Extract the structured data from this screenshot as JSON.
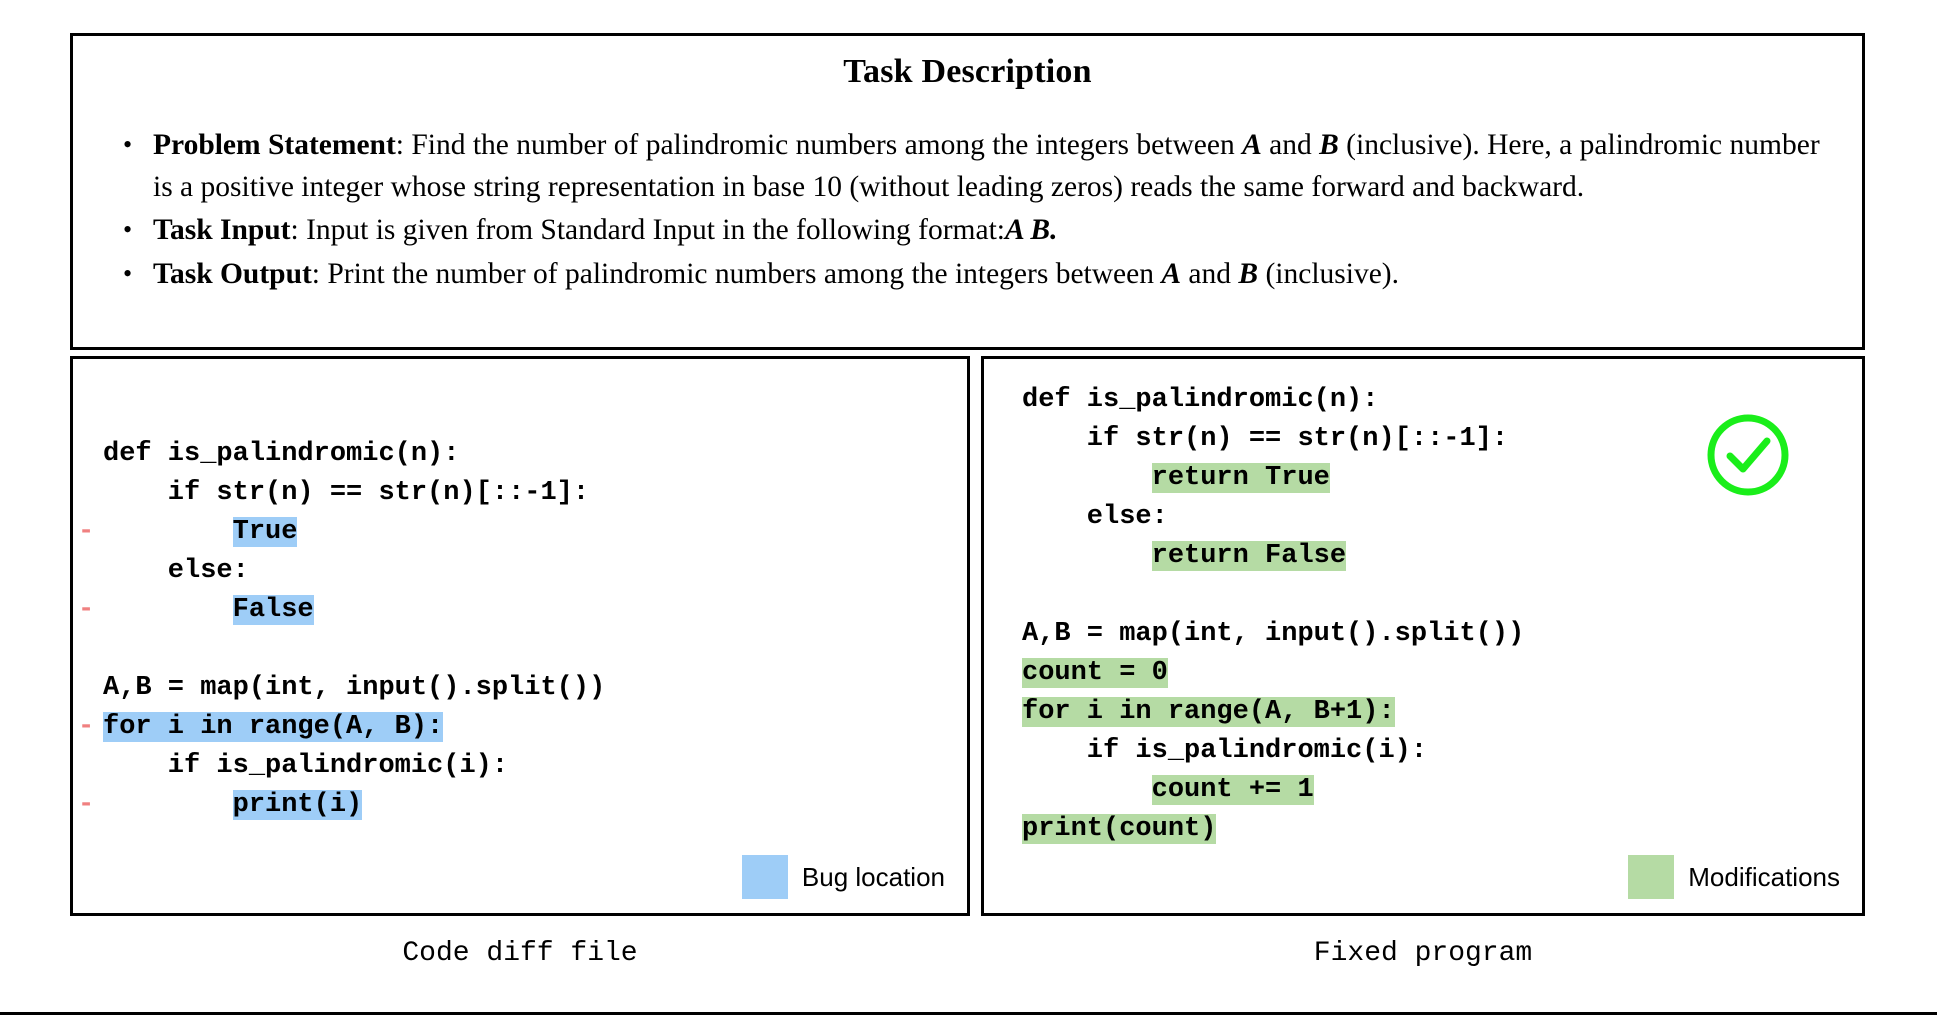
{
  "task": {
    "title": "Task Description",
    "bullets": [
      {
        "label": "Problem Statement",
        "sep": ": ",
        "text_1": "Find the number of palindromic numbers among the integers between ",
        "var_1": "A",
        "text_2": " and ",
        "var_2": "B",
        "text_3": " (inclusive). Here, a palindromic number is a positive integer whose string representation in base 10 (without leading zeros) reads the same forward and backward."
      },
      {
        "label": "Task Input",
        "sep": ": ",
        "text_1": "Input is given from Standard Input in the following format:",
        "var_1": "A B.",
        "text_2": "",
        "var_2": "",
        "text_3": ""
      },
      {
        "label": "Task Output",
        "sep": ": ",
        "text_1": "Print the number of palindromic numbers among the integers between ",
        "var_1": "A",
        "text_2": " and ",
        "var_2": "B",
        "text_3": " (inclusive)."
      }
    ]
  },
  "colors": {
    "bug_highlight": "#9ecdf7",
    "modification_highlight": "#b5dba4",
    "diff_minus": "#f08080",
    "check_green": "#1aee1a",
    "border": "#000000"
  },
  "left_panel": {
    "caption": "Code diff file",
    "legend_label": "Bug location",
    "legend_color": "#9ecdf7",
    "lines": [
      {
        "marker": "",
        "pre": "def is_palindromic(n):",
        "hl": "",
        "post": ""
      },
      {
        "marker": "",
        "pre": "    if str(n) == str(n)[::-1]:",
        "hl": "",
        "post": ""
      },
      {
        "marker": "-",
        "pre": "        ",
        "hl": "True",
        "post": ""
      },
      {
        "marker": "",
        "pre": "    else:",
        "hl": "",
        "post": ""
      },
      {
        "marker": "-",
        "pre": "        ",
        "hl": "False",
        "post": ""
      },
      {
        "marker": "",
        "pre": "",
        "hl": "",
        "post": ""
      },
      {
        "marker": "",
        "pre": "A,B = map(int, input().split())",
        "hl": "",
        "post": ""
      },
      {
        "marker": "-",
        "pre": "",
        "hl": "for i in range(A, B):",
        "post": ""
      },
      {
        "marker": "",
        "pre": "    if is_palindromic(i):",
        "hl": "",
        "post": ""
      },
      {
        "marker": "-",
        "pre": "        ",
        "hl": "print(i)",
        "post": ""
      }
    ]
  },
  "right_panel": {
    "caption": "Fixed program",
    "legend_label": "Modifications",
    "legend_color": "#b5dba4",
    "status_icon": "check-circle-icon",
    "lines": [
      {
        "pre": "def is_palindromic(n):",
        "hl": "",
        "post": ""
      },
      {
        "pre": "    if str(n) == str(n)[::-1]:",
        "hl": "",
        "post": ""
      },
      {
        "pre": "        ",
        "hl": "return True",
        "post": ""
      },
      {
        "pre": "    else:",
        "hl": "",
        "post": ""
      },
      {
        "pre": "        ",
        "hl": "return False",
        "post": ""
      },
      {
        "pre": "",
        "hl": "",
        "post": ""
      },
      {
        "pre": "A,B = map(int, input().split())",
        "hl": "",
        "post": ""
      },
      {
        "pre": "",
        "hl": "count = 0",
        "post": ""
      },
      {
        "pre": "",
        "hl": "for i in range(A, B+1):",
        "post": ""
      },
      {
        "pre": "    if is_palindromic(i):",
        "hl": "",
        "post": ""
      },
      {
        "pre": "        ",
        "hl": "count += 1",
        "post": ""
      },
      {
        "pre": "",
        "hl": "print(count)",
        "post": ""
      }
    ]
  }
}
